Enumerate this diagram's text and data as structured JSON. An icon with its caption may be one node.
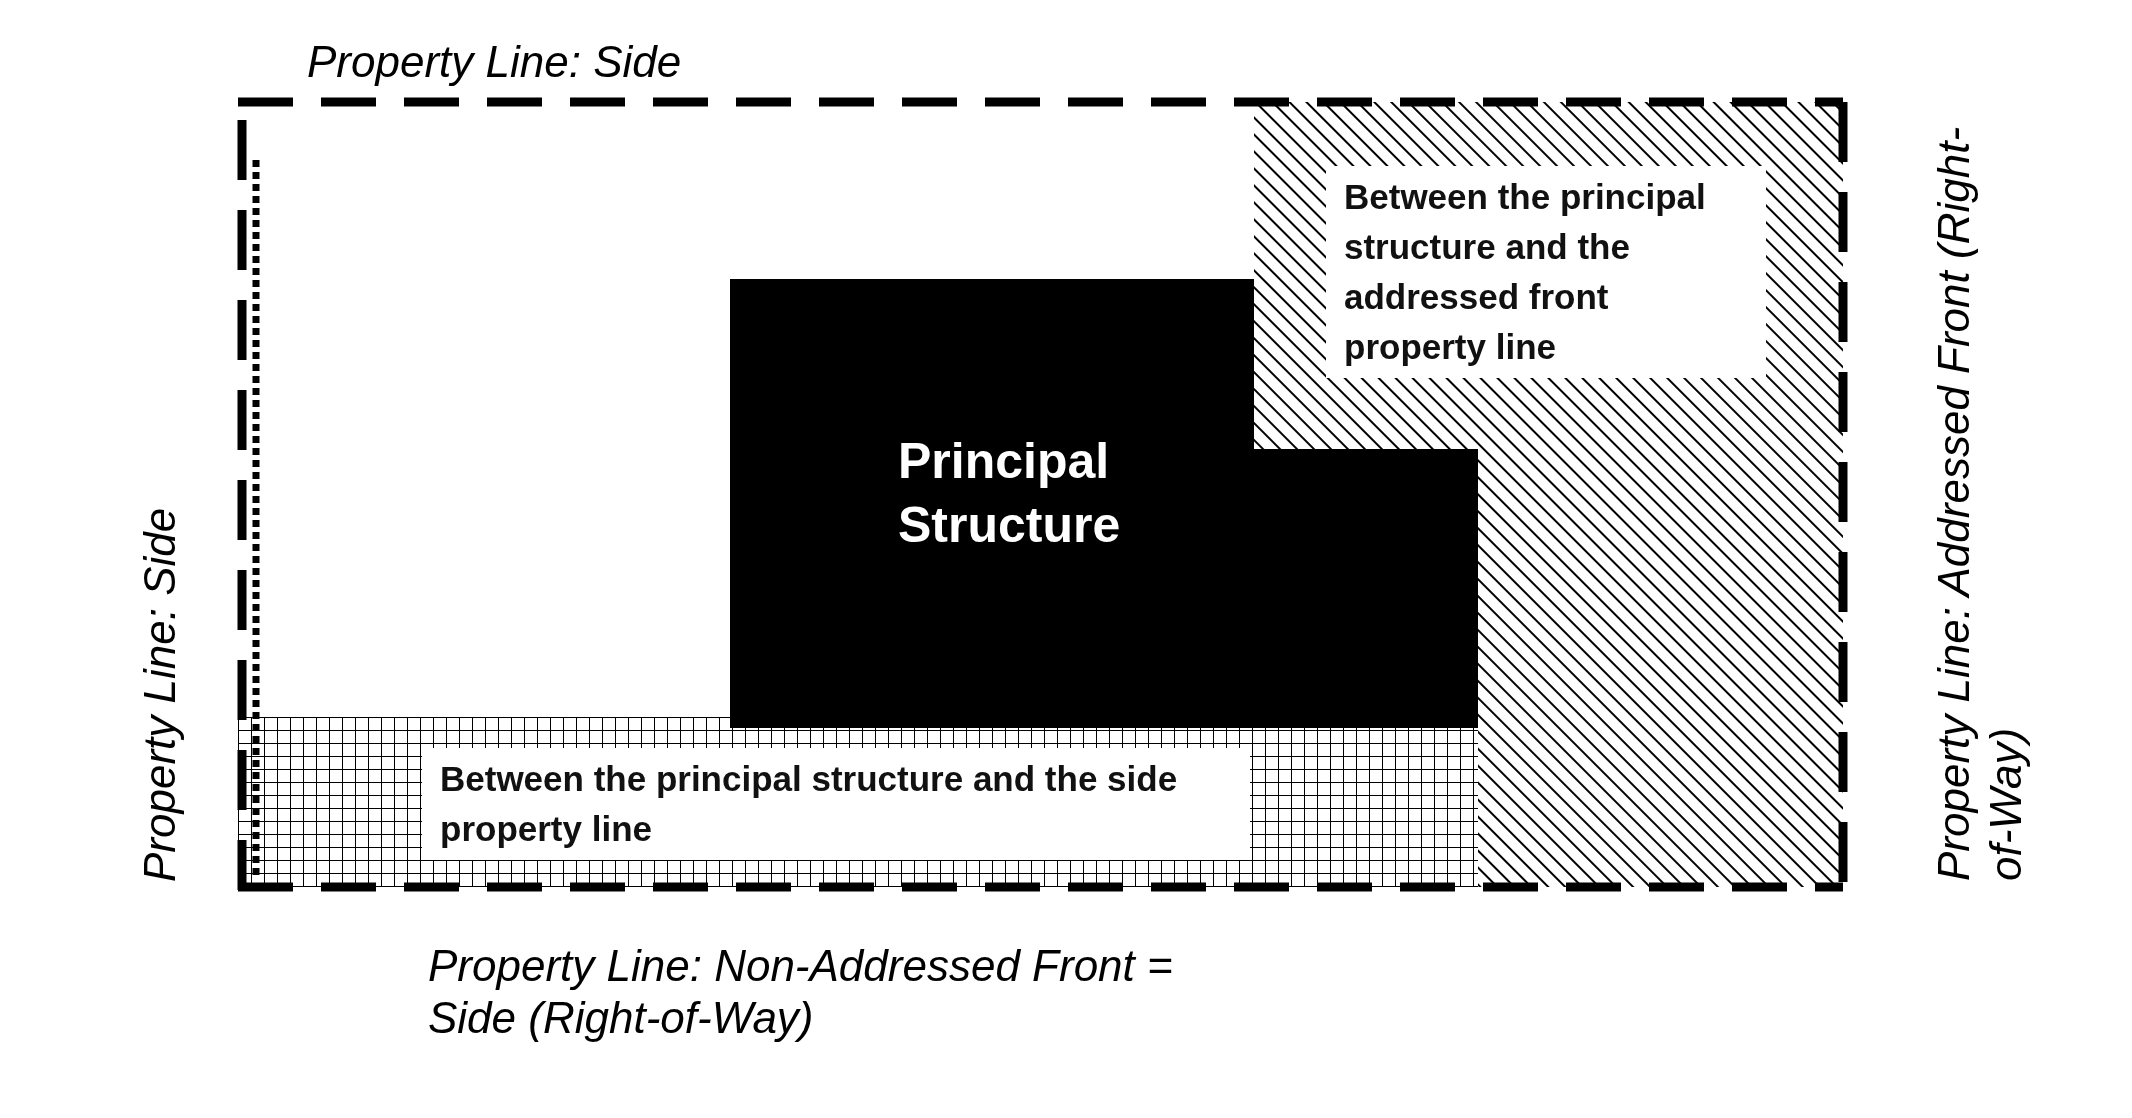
{
  "diagram": {
    "nodes": [
      {
        "text": [
          "Principal Structure"
        ]
      },
      {
        "text": [
          "Between the principal structure and the addressed front property line"
        ]
      },
      {
        "text": [
          "Between the principal structure and the side property line"
        ]
      }
    ],
    "labels": [
      "Property Line: Side",
      "Property Line: Side",
      "Property Line: Addressed Front (Right-of-Way)",
      "Property Line: Non-Addressed Front = Side (Right-of-Way)"
    ]
  }
}
